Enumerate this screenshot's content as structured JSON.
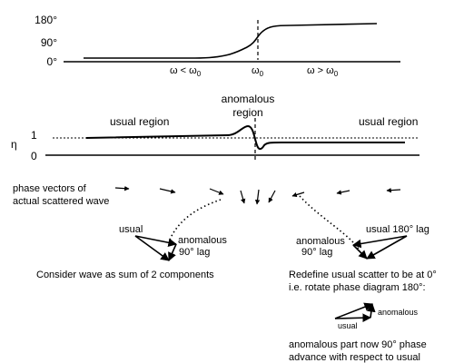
{
  "phase_plot": {
    "tick_180": "180°",
    "tick_90": "90°",
    "tick_0": "0°",
    "omega": "ω",
    "omega_sub": "0",
    "below_prefix": "ω < ω",
    "above_prefix": "ω > ω"
  },
  "eta_plot": {
    "axis_label": "η",
    "tick_1": "1",
    "tick_0": "0",
    "usual_left": "usual region",
    "anomalous_line1": "anomalous",
    "anomalous_line2": "region",
    "usual_right": "usual region"
  },
  "vectors": {
    "label_line1": "phase vectors of",
    "label_line2": "actual scattered wave"
  },
  "left_diagram": {
    "usual": "usual",
    "anomalous": "anomalous",
    "lag": "90° lag",
    "caption": "Consider wave as sum of 2 components"
  },
  "right_diagram": {
    "usual_180": "usual  180° lag",
    "anomalous": "anomalous",
    "lag": "90° lag",
    "caption_line1": "Redefine usual scatter to be at 0°",
    "caption_line2": "i.e. rotate phase diagram 180°:",
    "small_anomalous": "anomalous",
    "small_usual": "usual",
    "conclusion_line1": "anomalous part now 90° phase",
    "conclusion_line2": "advance with respect to usual"
  }
}
